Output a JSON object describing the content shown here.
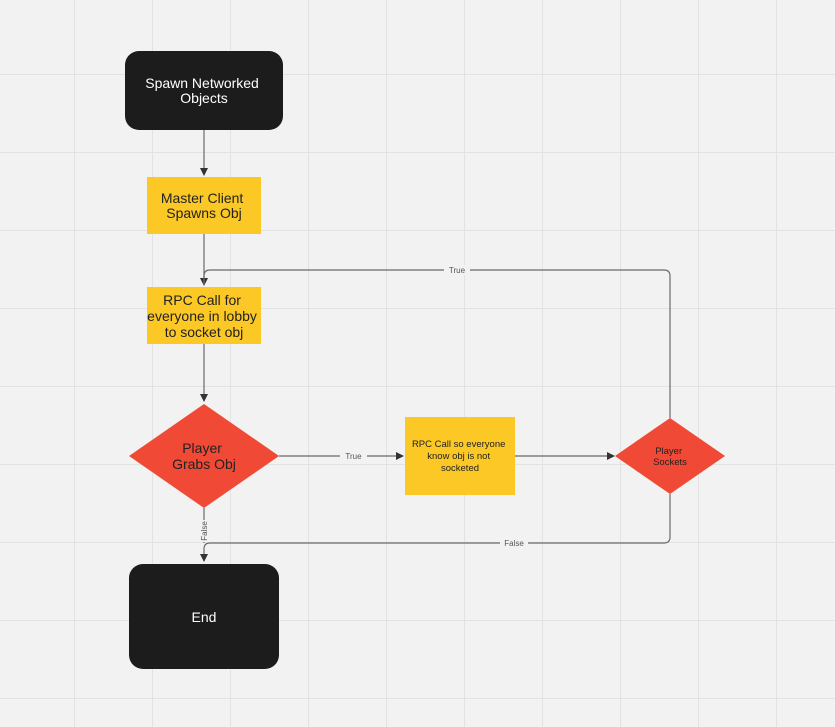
{
  "nodes": {
    "spawn": {
      "lines": [
        "Spawn Networked",
        "Objects"
      ],
      "color": "#1c1c1c"
    },
    "master": {
      "lines": [
        "Master Client",
        "Spawns Obj"
      ],
      "color": "#fbc826"
    },
    "rpc_socket": {
      "lines": [
        "RPC Call for",
        "everyone in lobby",
        "to socket obj"
      ],
      "color": "#fbc826"
    },
    "grabs": {
      "lines": [
        "Player",
        "Grabs Obj"
      ],
      "color": "#f04a36"
    },
    "rpc_not_socketed": {
      "lines": [
        "RPC Call so everyone",
        "know obj is not",
        "socketed"
      ],
      "color": "#fbc826"
    },
    "sockets": {
      "lines": [
        "Player",
        "Sockets"
      ],
      "color": "#f04a36"
    },
    "end": {
      "lines": [
        "End"
      ],
      "color": "#1c1c1c"
    }
  },
  "edges": {
    "grabs_true": "True",
    "grabs_false": "False",
    "sockets_true": "True",
    "sockets_false": "False"
  }
}
